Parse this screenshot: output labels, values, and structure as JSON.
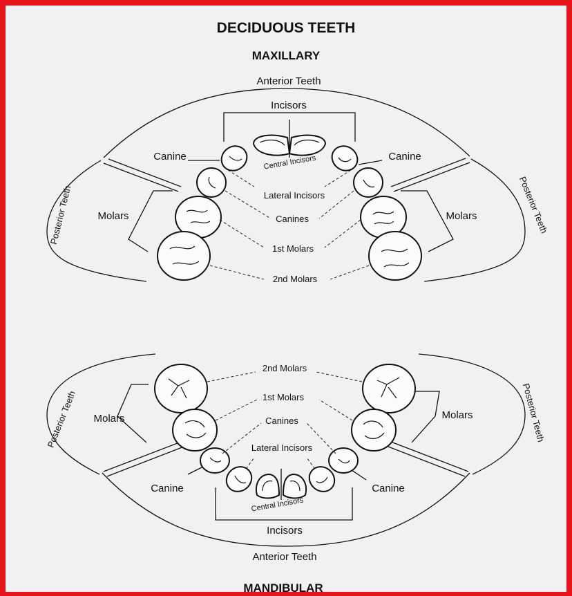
{
  "diagram": {
    "title": "DECIDUOUS TEETH",
    "maxillary": {
      "heading": "MAXILLARY",
      "anterior_teeth": "Anterior Teeth",
      "incisors": "Incisors",
      "canine_left": "Canine",
      "canine_right": "Canine",
      "posterior_left": "Posterior Teeth",
      "posterior_right": "Posterior Teeth",
      "molars_left": "Molars",
      "molars_right": "Molars",
      "central_incisors": "Central Incisors",
      "lateral_incisors": "Lateral Incisors",
      "canines": "Canines",
      "first_molars": "1st Molars",
      "second_molars": "2nd Molars"
    },
    "mandibular": {
      "heading": "MANDIBULAR",
      "anterior_teeth": "Anterior Teeth",
      "incisors": "Incisors",
      "canine_left": "Canine",
      "canine_right": "Canine",
      "posterior_left": "Posterior Teeth",
      "posterior_right": "Posterior Teeth",
      "molars_left": "Molars",
      "molars_right": "Molars",
      "central_incisors": "Central Incisors",
      "lateral_incisors": "Lateral Incisors",
      "canines": "Canines",
      "first_molars": "1st Molars",
      "second_molars": "2nd Molars"
    }
  },
  "colors": {
    "border": "#e8141b",
    "background": "#f1f1f1",
    "ink": "#111111"
  }
}
